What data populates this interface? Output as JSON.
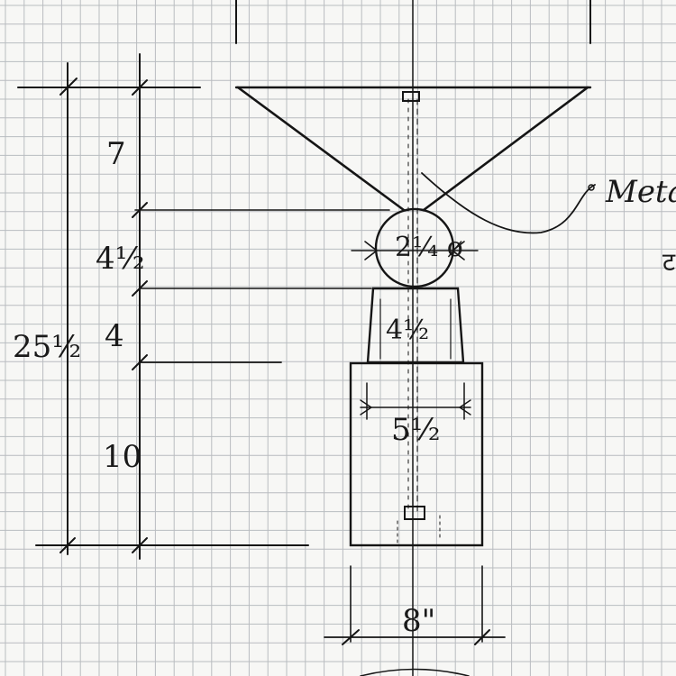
{
  "drawing": {
    "colors": {
      "paper": "#f7f7f5",
      "grid": "#b9bcc0",
      "ink": "#151515"
    },
    "vertical_dimensions": {
      "total": "25½",
      "segments": [
        {
          "label": "7"
        },
        {
          "label": "4½"
        },
        {
          "label": "4"
        },
        {
          "label": "10"
        }
      ]
    },
    "part_labels": {
      "sphere_diameter": "2¼ ø",
      "neck_width": "4½",
      "body_width": "5½",
      "base_width": "8\""
    },
    "callout": {
      "text": "Meta"
    },
    "edge_mark": "ट"
  }
}
